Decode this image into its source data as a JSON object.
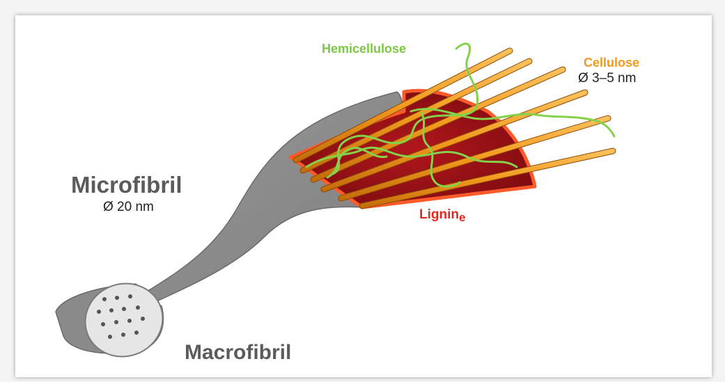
{
  "labels": {
    "hemicellulose": "Hemicellulose",
    "cellulose": "Cellulose",
    "cellulose_diameter": "Ø 3–5 nm",
    "microfibril": "Microfibril",
    "microfibril_diameter": "Ø 20 nm",
    "lignine_main": "Lignin",
    "lignine_sub": "e",
    "macrofibril": "Macrofibril"
  },
  "colors": {
    "hemicellulose": "#7dc843",
    "cellulose": "#f39a1e",
    "lignine": "#e8261d",
    "lignine_fill": "#a8141a",
    "microfibril": "#8f8f8f",
    "text": "#5b5b5b"
  }
}
